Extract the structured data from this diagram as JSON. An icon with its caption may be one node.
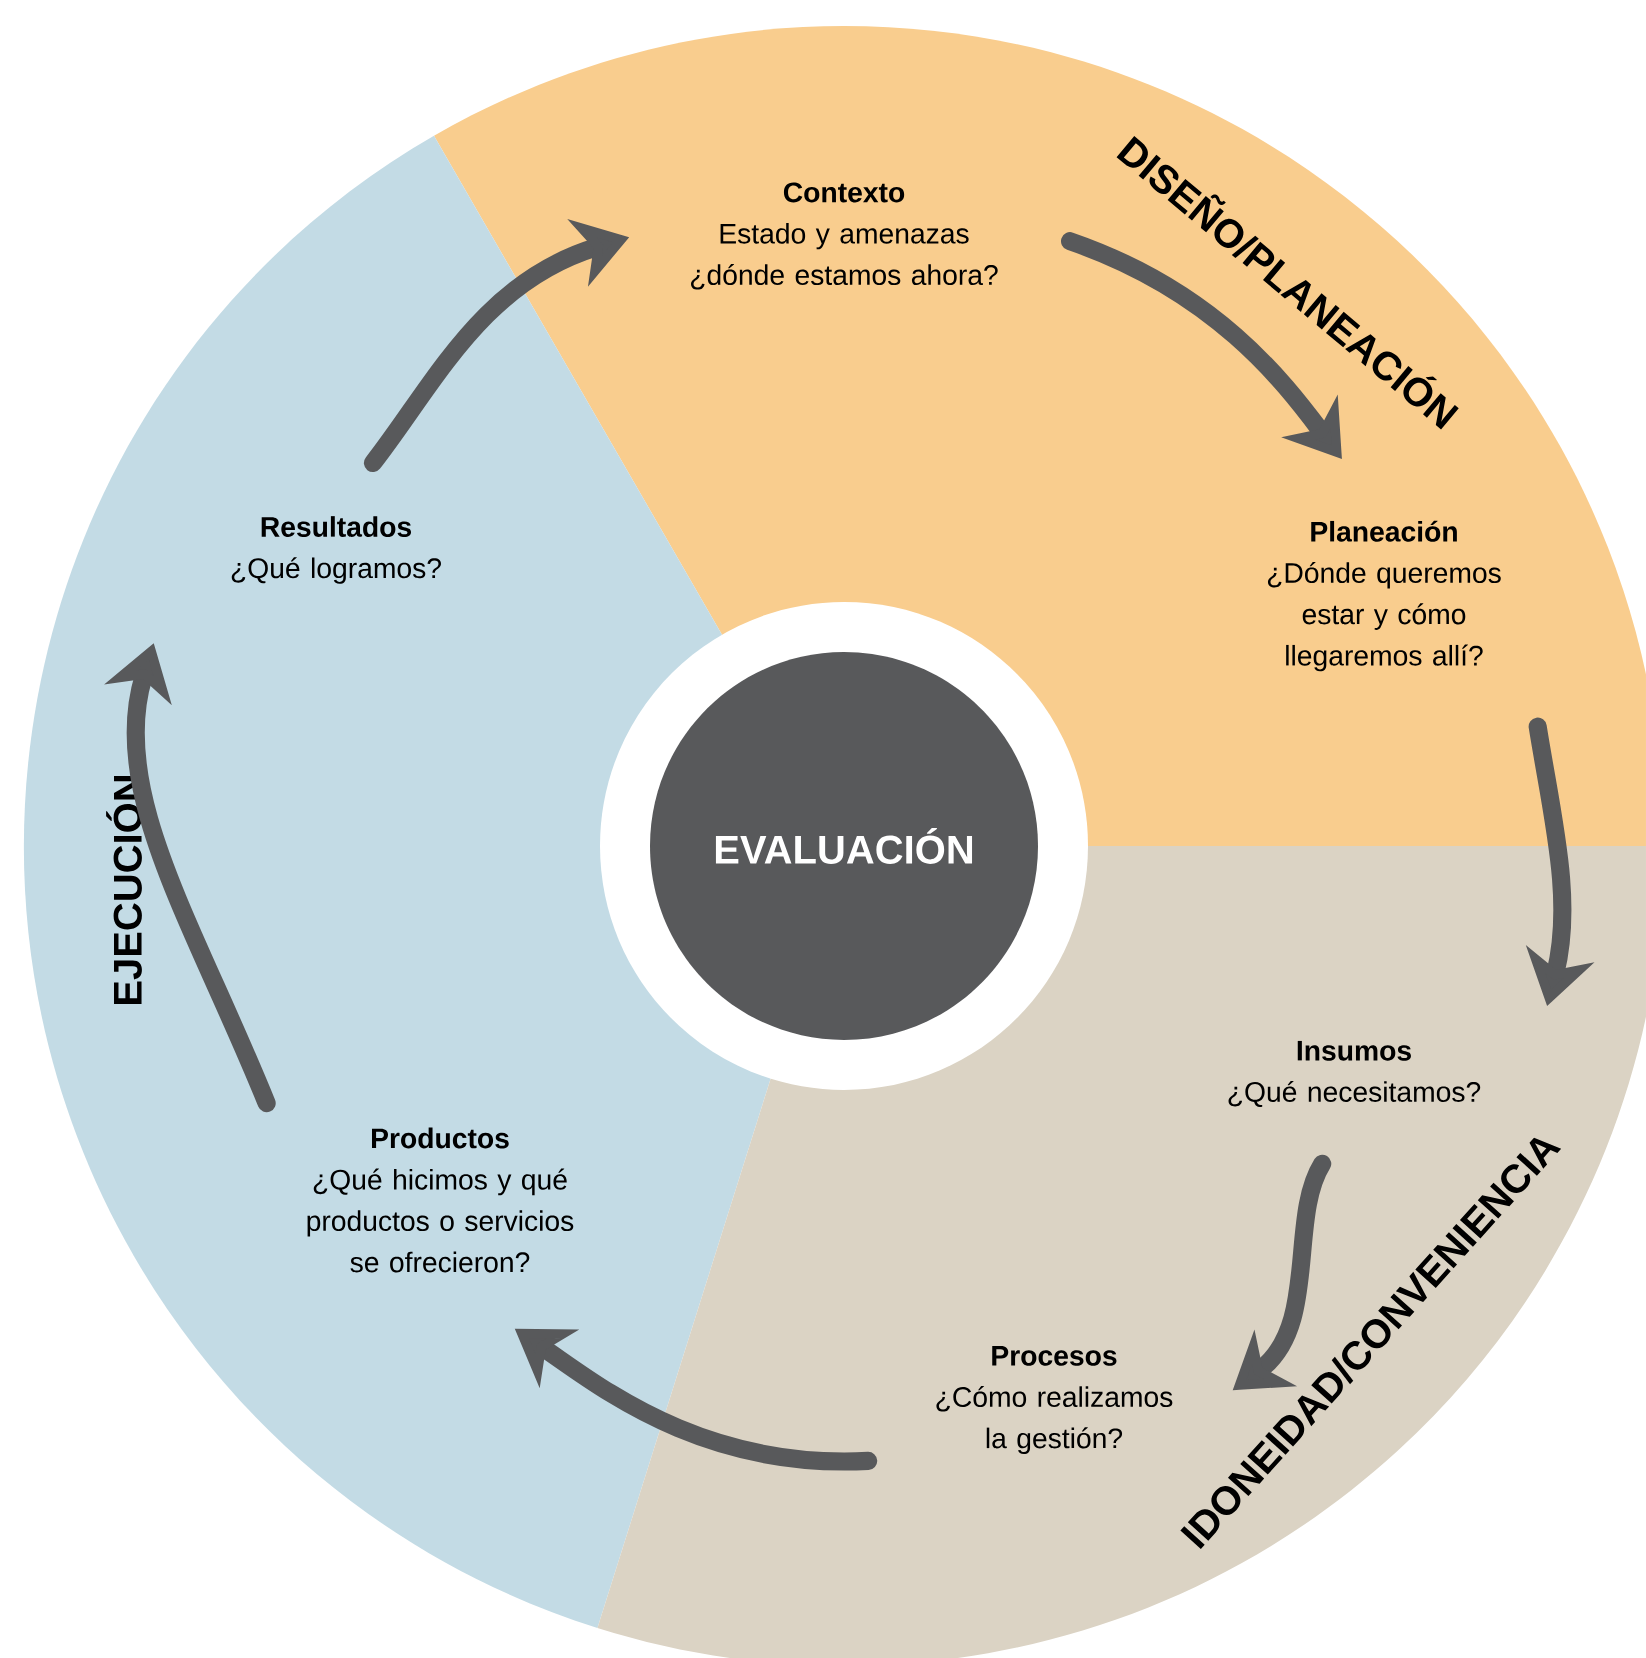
{
  "diagram": {
    "nodes": [
      {
        "text": [
          "DISEÑO/PLANEACIÓN"
        ]
      },
      {
        "text": [
          "EJECUCIÓN"
        ]
      },
      {
        "text": [
          "IDONEIDAD/CONVENIENCIA"
        ]
      },
      {
        "text": [
          "EVALUACIÓN"
        ]
      },
      {
        "text": [
          "Contexto",
          "Estado y amenazas ¿dónde estamos ahora?"
        ],
        "in": 0
      },
      {
        "text": [
          "Planeación",
          "¿Dónde queremos estar y cómo llegaremos allí?"
        ],
        "in": 0
      },
      {
        "text": [
          "Insumos",
          "¿Qué necesitamos?"
        ],
        "in": 2
      },
      {
        "text": [
          "Procesos",
          "¿Cómo realizamos la gestión?"
        ],
        "in": 2
      },
      {
        "text": [
          "Productos",
          "¿Qué hicimos y qué productos o servicios se ofrecieron?"
        ],
        "in": 1
      },
      {
        "text": [
          "Resultados",
          "¿Qué logramos?"
        ],
        "in": 1
      }
    ],
    "edges": [
      {
        "from": 4,
        "to": 5,
        "arrow": "to"
      },
      {
        "from": 5,
        "to": 6,
        "arrow": "to"
      },
      {
        "from": 6,
        "to": 7,
        "arrow": "to"
      },
      {
        "from": 7,
        "to": 8,
        "arrow": "to"
      },
      {
        "from": 8,
        "to": 9,
        "arrow": "to"
      },
      {
        "from": 9,
        "to": 4,
        "arrow": "to"
      }
    ]
  }
}
